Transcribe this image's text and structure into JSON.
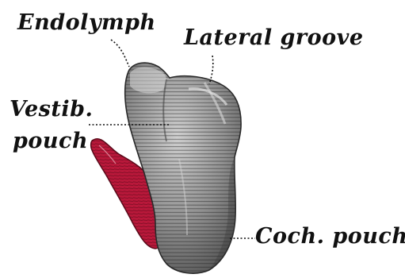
{
  "labels": {
    "endolymph": "Endolymph",
    "lateral_groove": "Lateral groove",
    "vestib_line1": "Vestib.",
    "vestib_line2": "pouch",
    "coch_pouch": "Coch. pouch"
  },
  "colors": {
    "background": "#ffffff",
    "ink": "#111111",
    "organ_gray": "#8d8d8d",
    "organ_shadow": "#4a4a4a",
    "organ_highlight": "#c9c9c9",
    "pouch_red": "#b8183a",
    "pouch_dark": "#6e0c20"
  }
}
